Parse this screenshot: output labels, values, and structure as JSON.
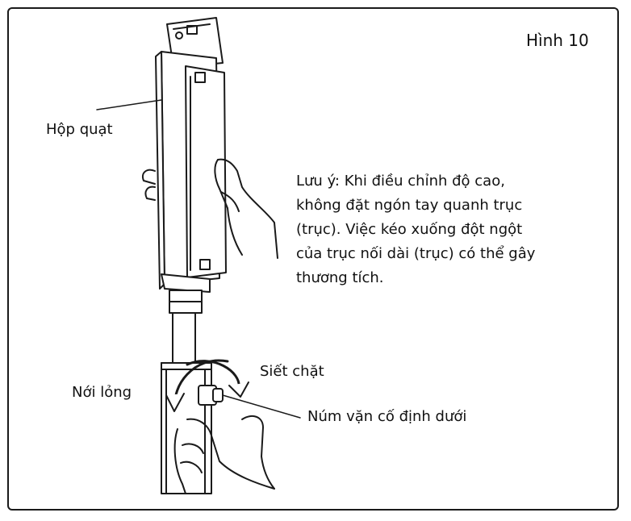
{
  "figure": {
    "title": "Hình 10"
  },
  "labels": {
    "fan_housing": "Hộp quạt",
    "loosen": "Nới lỏng",
    "tighten": "Siết chặt",
    "lower_knob": "Núm vặn cố định dưới"
  },
  "note": {
    "lines": [
      "Lưu ý: Khi điều chỉnh độ cao,",
      "không đặt ngón tay quanh trục",
      "(trục). Việc kéo xuống đột ngột",
      "của trục nối dài (trục) có thể gây",
      "thương tích."
    ]
  }
}
